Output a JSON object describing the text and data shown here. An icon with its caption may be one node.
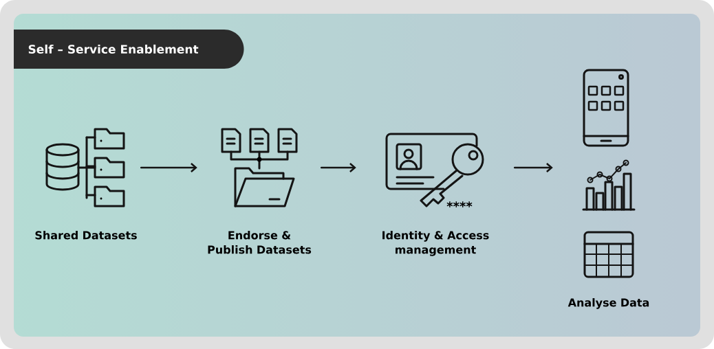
{
  "diagram": {
    "title": "Self – Service Enablement",
    "nodes": [
      {
        "text": [
          "Shared Datasets"
        ]
      },
      {
        "text": [
          "Endorse & Publish Datasets"
        ]
      },
      {
        "text": [
          "Identity & Access management"
        ]
      },
      {
        "text": [
          "Analyse Data"
        ]
      }
    ],
    "edges": [
      {
        "from": 0,
        "to": 1,
        "arrow": "to"
      },
      {
        "from": 1,
        "to": 2,
        "arrow": "to"
      },
      {
        "from": 2,
        "to": 3,
        "arrow": "to"
      }
    ],
    "labels": [
      "****"
    ]
  }
}
